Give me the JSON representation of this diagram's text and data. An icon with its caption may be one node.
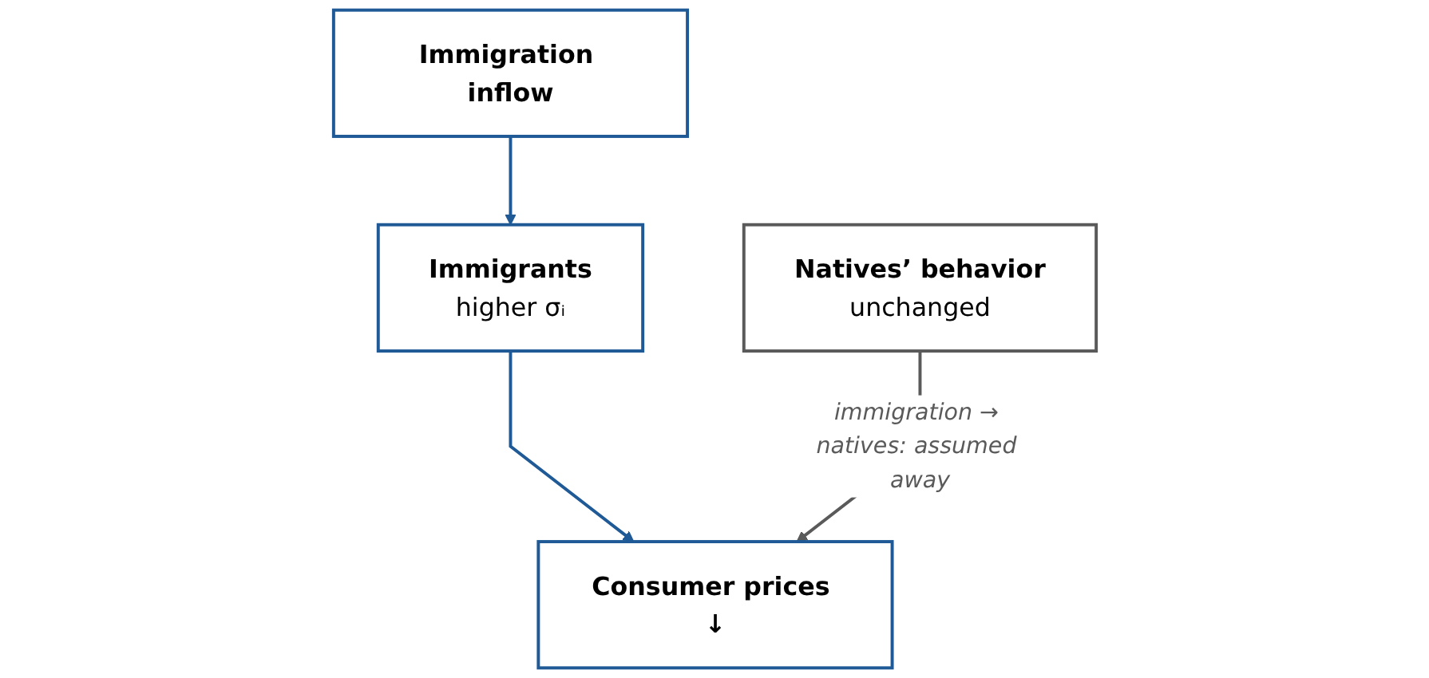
{
  "diagram": {
    "nodes": [
      {
        "text": [
          "Immigration inflow"
        ]
      },
      {
        "text": [
          "Immigrants",
          "higher σᵢ"
        ]
      },
      {
        "text": [
          "Natives’ behavior",
          "unchanged"
        ]
      },
      {
        "text": [
          "Consumer prices ↓"
        ]
      }
    ],
    "edges": [
      {
        "from": 0,
        "to": 1,
        "arrow": "to"
      },
      {
        "from": 1,
        "to": 3,
        "arrow": "to"
      },
      {
        "from": 2,
        "to": 3,
        "arrow": "to",
        "label": "immigration → natives: assumed away",
        "color": "#5a5a5a"
      }
    ]
  }
}
